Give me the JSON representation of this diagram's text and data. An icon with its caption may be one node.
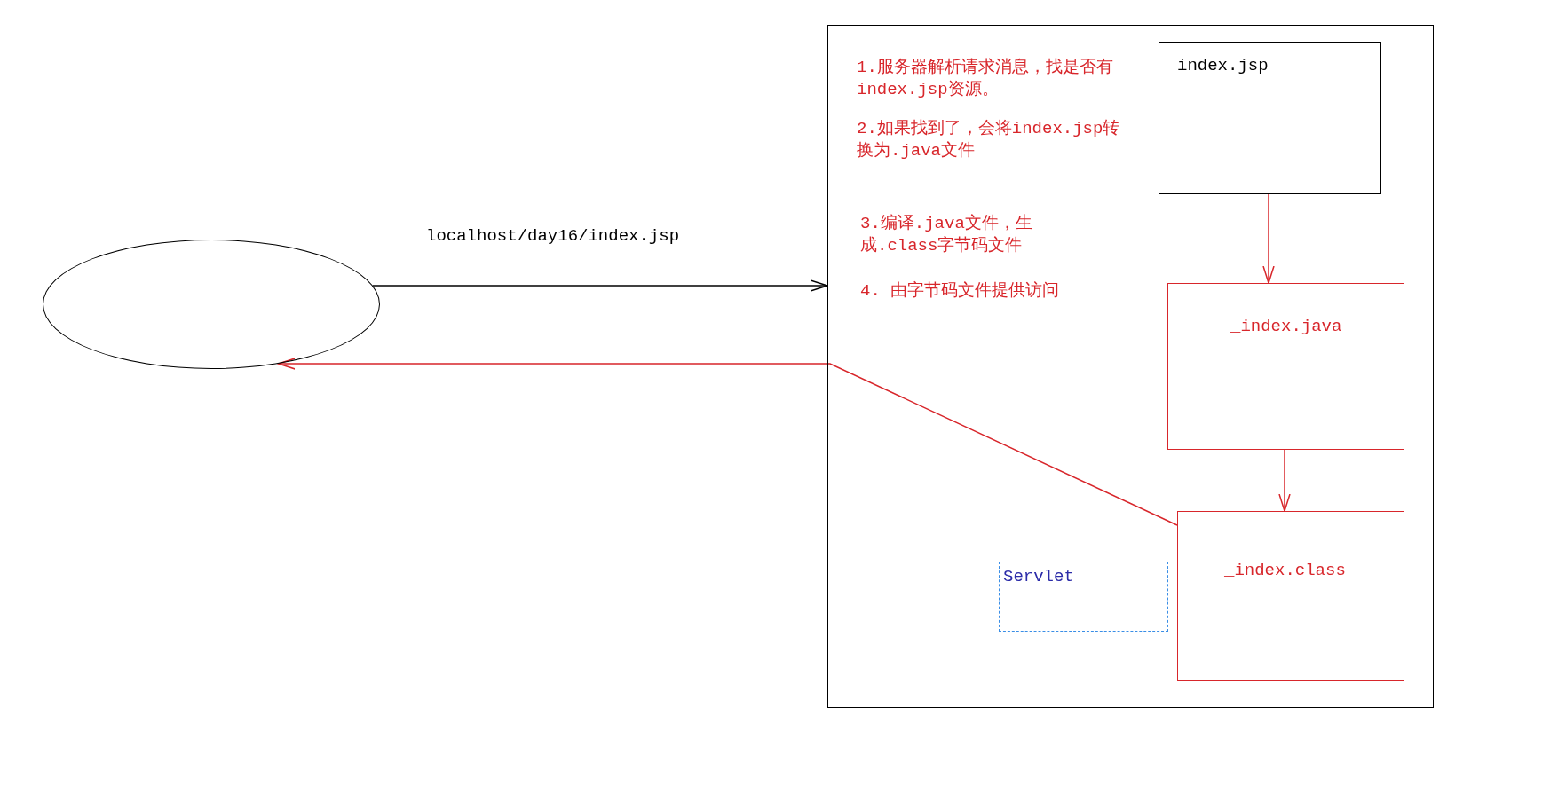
{
  "diagram": {
    "nodes": [
      {
        "text": [],
        "shape": "ellipse"
      },
      {
        "text": [],
        "shape": "box"
      },
      {
        "text": [
          "index.jsp"
        ],
        "in": 1
      },
      {
        "text": [
          "_index.java"
        ],
        "in": 1
      },
      {
        "text": [
          "Servlet"
        ],
        "in": 1
      },
      {
        "text": [
          "_index.class"
        ],
        "in": 1
      }
    ],
    "edges": [
      {
        "from": 0,
        "to": 1,
        "arrow": "to",
        "label": "localhost/day16/index.jsp",
        "color": "#000000"
      },
      {
        "from": 2,
        "to": 3,
        "arrow": "to"
      },
      {
        "from": 3,
        "to": 5,
        "arrow": "to"
      },
      {
        "from": 5,
        "to": 0,
        "arrow": "to"
      }
    ],
    "labels": [
      "1.服务器解析请求消息，找是否有index.jsp资源。",
      "2.如果找到了，会将index.jsp转换为.java文件",
      "3.编译.java文件，生成.class字节码文件",
      "4. 由字节码文件提供访问"
    ]
  }
}
